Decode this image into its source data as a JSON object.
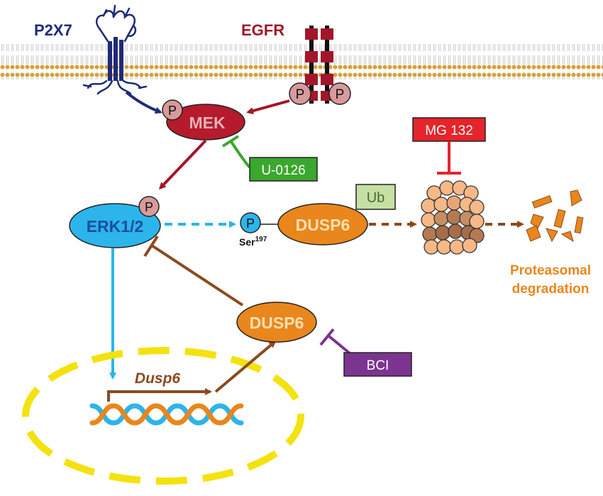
{
  "receptors": {
    "p2x7": "P2X7",
    "egfr": "EGFR"
  },
  "nodes": {
    "mek": "MEK",
    "erk": "ERK1/2",
    "dusp6_phospho": "DUSP6",
    "dusp6_nuclear": "DUSP6"
  },
  "labels": {
    "phospho": "P",
    "ser_site": "Ser",
    "ser_superscript": "197",
    "ubiquitin": "Ub",
    "gene": "Dusp6",
    "degradation_line1": "Proteasomal",
    "degradation_line2": "degradation"
  },
  "inhibitors": {
    "u0126": "U-0126",
    "mg132": "MG 132",
    "bci": "BCI"
  },
  "colors": {
    "p2x7": "#1f2a7a",
    "egfr": "#a3162a",
    "mek": "#b51a2d",
    "erk": "#2bb5ea",
    "dusp6": "#e9861c",
    "u0126": "#3aa72e",
    "mg132": "#e5242b",
    "bci": "#7c3491",
    "ub": "#c6e0a4",
    "nucleus": "#f4e20f",
    "arrow_brown": "#8b4a1e",
    "phospho": "#d89a9a",
    "membrane": "#d4a13a",
    "degradation_text": "#e9861c"
  }
}
